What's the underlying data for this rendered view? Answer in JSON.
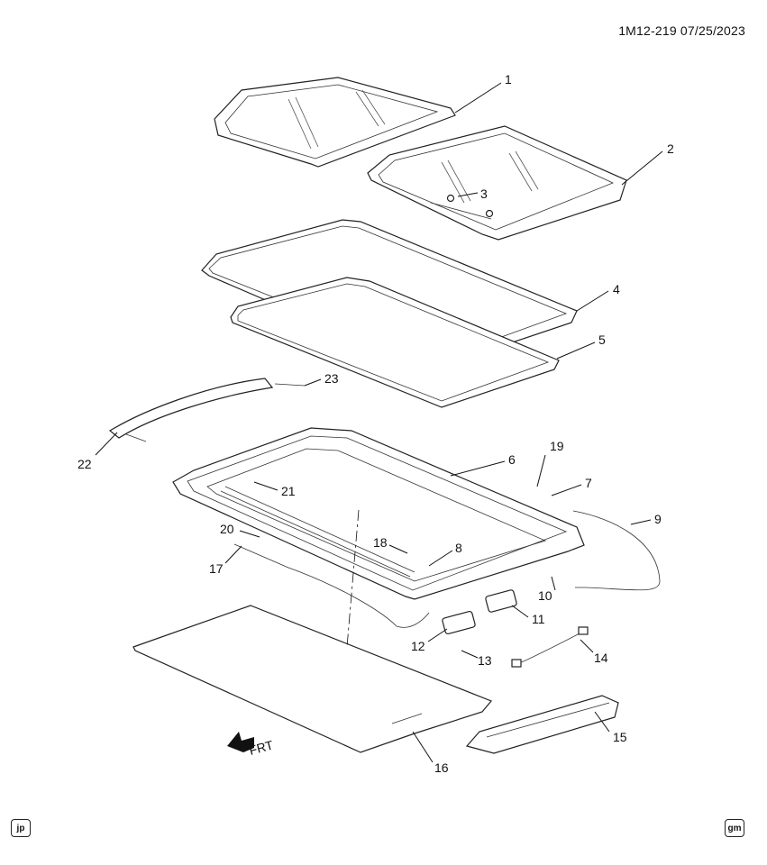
{
  "header": {
    "doc_id": "1M12-219  07/25/2023"
  },
  "direction_marker": {
    "label": "FRT",
    "icon": "front-arrow-icon"
  },
  "callouts": [
    {
      "id": "1",
      "label": "1"
    },
    {
      "id": "2",
      "label": "2"
    },
    {
      "id": "3",
      "label": "3"
    },
    {
      "id": "4",
      "label": "4"
    },
    {
      "id": "5",
      "label": "5"
    },
    {
      "id": "6",
      "label": "6"
    },
    {
      "id": "7",
      "label": "7"
    },
    {
      "id": "8",
      "label": "8"
    },
    {
      "id": "9",
      "label": "9"
    },
    {
      "id": "10",
      "label": "10"
    },
    {
      "id": "11",
      "label": "11"
    },
    {
      "id": "12",
      "label": "12"
    },
    {
      "id": "13",
      "label": "13"
    },
    {
      "id": "14",
      "label": "14"
    },
    {
      "id": "15",
      "label": "15"
    },
    {
      "id": "16",
      "label": "16"
    },
    {
      "id": "17",
      "label": "17"
    },
    {
      "id": "18",
      "label": "18"
    },
    {
      "id": "19",
      "label": "19"
    },
    {
      "id": "20",
      "label": "20"
    },
    {
      "id": "21",
      "label": "21"
    },
    {
      "id": "22",
      "label": "22"
    },
    {
      "id": "23",
      "label": "23"
    }
  ],
  "footer": {
    "left_badge": "jp",
    "right_badge": "gm"
  }
}
